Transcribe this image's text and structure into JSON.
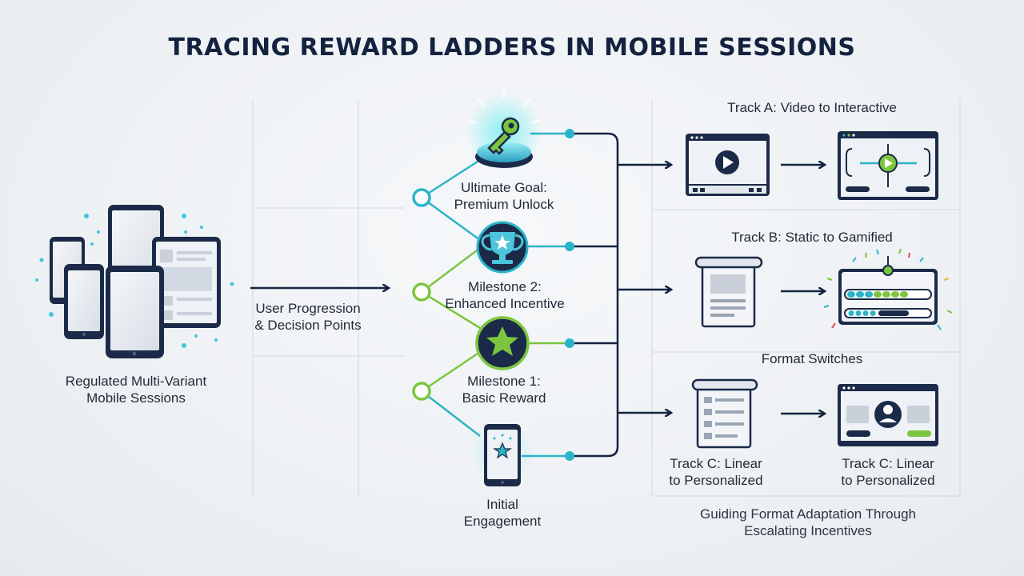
{
  "title": "TRACING REWARD LADDERS IN MOBILE SESSIONS",
  "source": {
    "line1": "Regulated Multi-Variant",
    "line2": "Mobile Sessions"
  },
  "progression": {
    "line1": "User Progression",
    "line2": "& Decision Points"
  },
  "ladder": [
    {
      "line1": "Ultimate Goal:",
      "line2": "Premium Unlock",
      "icon": "key-icon"
    },
    {
      "line1": "Milestone 2:",
      "line2": "Enhanced Incentive",
      "icon": "trophy-icon"
    },
    {
      "line1": "Milestone 1:",
      "line2": "Basic Reward",
      "icon": "star-icon"
    },
    {
      "line1": "Initial",
      "line2": "Engagement",
      "icon": "phone-star-icon"
    }
  ],
  "tracks": {
    "a": "Track A: Video to Interactive",
    "b": "Track B: Static to Gamified",
    "switches": "Format Switches",
    "c_left": {
      "line1": "Track C: Linear",
      "line2": "to Personalized"
    },
    "c_right": {
      "line1": "Track C: Linear",
      "line2": "to Personalized"
    }
  },
  "footer": {
    "line1": "Guiding Format Adaptation Through",
    "line2": "Escalating Incentives"
  },
  "colors": {
    "navy": "#13233f",
    "cyan": "#2bb3c9",
    "green": "#7cc63f",
    "teal_glow": "#5ee0e8"
  }
}
